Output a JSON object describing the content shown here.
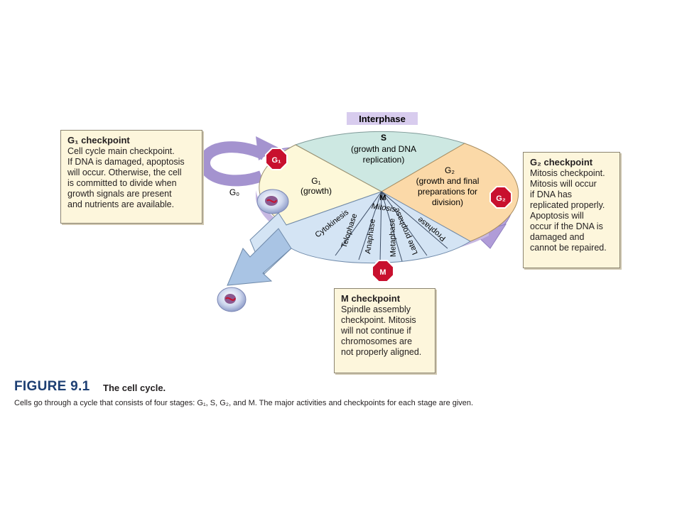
{
  "interphase_label": "Interphase",
  "s_phase": {
    "title": "S",
    "line1": "(growth and DNA",
    "line2": "replication)"
  },
  "g1_phase": {
    "title": "G₁",
    "line1": "(growth)"
  },
  "g2_phase": {
    "title": "G₂",
    "line1": "(growth and final",
    "line2": "preparations for",
    "line3": "division)"
  },
  "m_phase": {
    "title": "M",
    "mitosis": "Mitosis",
    "stages": [
      "Cytokinesis",
      "Telophase",
      "Anaphase",
      "Metaphase",
      "Late prophase",
      "Prophase"
    ]
  },
  "g0_label": "G₀",
  "checkpoint_badges": {
    "g1": "G₁",
    "g2": "G₂",
    "m": "M"
  },
  "g1_checkpoint": {
    "title": "G₁ checkpoint",
    "body": "Cell cycle main checkpoint.\nIf DNA is damaged, apoptosis\nwill occur. Otherwise, the cell\nis committed to divide when\ngrowth signals are present\nand nutrients are available."
  },
  "g2_checkpoint": {
    "title": "G₂ checkpoint",
    "body": "Mitosis checkpoint.\nMitosis will occur\nif DNA has\nreplicated properly.\nApoptosis will\noccur if the DNA is\ndamaged and\ncannot be repaired."
  },
  "m_checkpoint": {
    "title": "M checkpoint",
    "body": "Spindle assembly\ncheckpoint. Mitosis\nwill not continue if\nchromosomes are\nnot properly aligned."
  },
  "caption": {
    "figure": "FIGURE 9.1",
    "title": "The cell cycle.",
    "description": "Cells go through a cycle that consists of four stages: G₁, S, G₂, and M. The major activities and checkpoints for each stage are given."
  },
  "colors": {
    "s_sector": "#cde8e2",
    "g1_sector": "#fdf8d9",
    "g2_sector": "#fbd9a8",
    "m_sector": "#d4e4f4",
    "arrow": "#b4a4d8",
    "badge": "#c8102e",
    "caption_accent": "#1d3f73"
  }
}
